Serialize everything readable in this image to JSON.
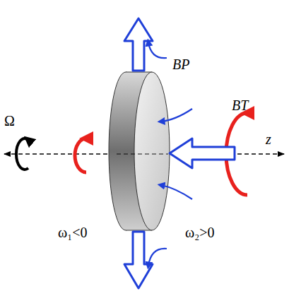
{
  "diagram": {
    "labels": [
      "Ω",
      "ω₁<0",
      "ω₂>0",
      "BP",
      "BT",
      "z"
    ]
  }
}
